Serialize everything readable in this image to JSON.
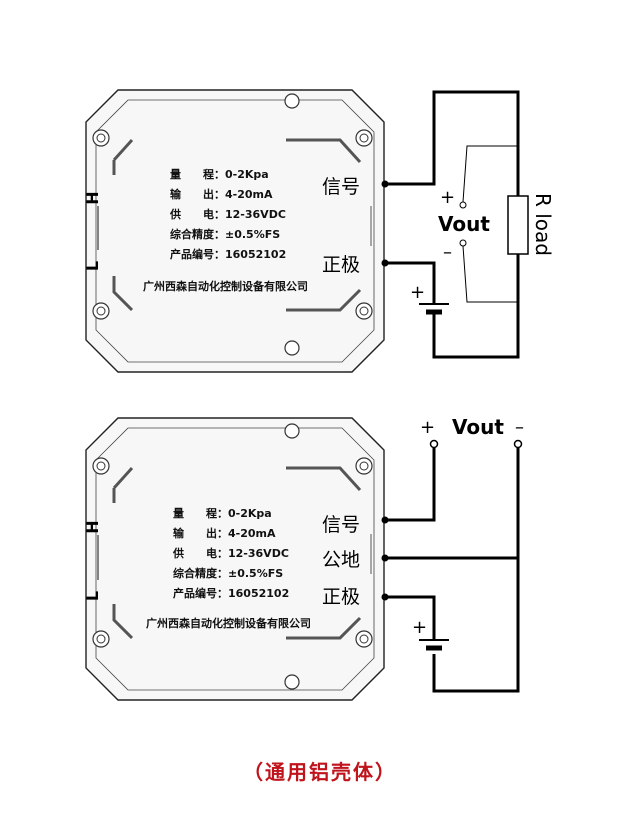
{
  "devices": [
    {
      "specs": [
        {
          "label": "量　　程",
          "value": "0-2Kpa"
        },
        {
          "label": "输　　出",
          "value": "4-20mA"
        },
        {
          "label": "供　　电",
          "value": "12-36VDC"
        },
        {
          "label": "综合精度",
          "value": "±0.5%FS"
        },
        {
          "label": "产品编号",
          "value": "16052102"
        }
      ],
      "company": "广州西森自动化控制设备有限公司",
      "marker_h": "H",
      "marker_l": "L"
    },
    {
      "specs": [
        {
          "label": "量　　程",
          "value": "0-2Kpa"
        },
        {
          "label": "输　　出",
          "value": "4-20mA"
        },
        {
          "label": "供　　电",
          "value": "12-36VDC"
        },
        {
          "label": "综合精度",
          "value": "±0.5%FS"
        },
        {
          "label": "产品编号",
          "value": "16052102"
        }
      ],
      "company": "广州西森自动化控制设备有限公司",
      "marker_h": "H",
      "marker_l": "L"
    }
  ],
  "wiring_top": {
    "terminal_signal": "信号",
    "terminal_positive": "正极",
    "vout_label": "Vout",
    "plus": "+",
    "minus": "–",
    "resistor_label": "R load",
    "battery_plus": "+"
  },
  "wiring_bottom": {
    "terminal_signal": "信号",
    "terminal_ground": "公地",
    "terminal_positive": "正极",
    "vout_label": "Vout",
    "plus": "+",
    "minus": "–",
    "battery_plus": "+"
  },
  "caption": "（通用铝壳体）",
  "colors": {
    "caption": "#c0131b",
    "line": "#000000",
    "body_fill": "#f7f7f7"
  }
}
